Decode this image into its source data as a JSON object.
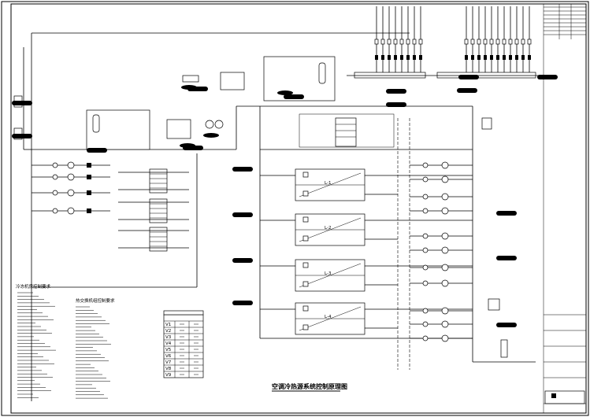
{
  "drawing": {
    "title": "空调冷热源系统控制原理图"
  },
  "notes": {
    "chiller_room_heading": "冷冻机房控制要求",
    "heat_exchange_heading": "热交换机组控制要求"
  },
  "chillers": [
    {
      "tag": "L-1"
    },
    {
      "tag": "L-2"
    },
    {
      "tag": "L-3"
    },
    {
      "tag": "L-4"
    }
  ],
  "valve_table": {
    "rows": [
      "V1",
      "V2",
      "V3",
      "V4",
      "V5",
      "V6",
      "V7",
      "V8",
      "V9"
    ]
  }
}
